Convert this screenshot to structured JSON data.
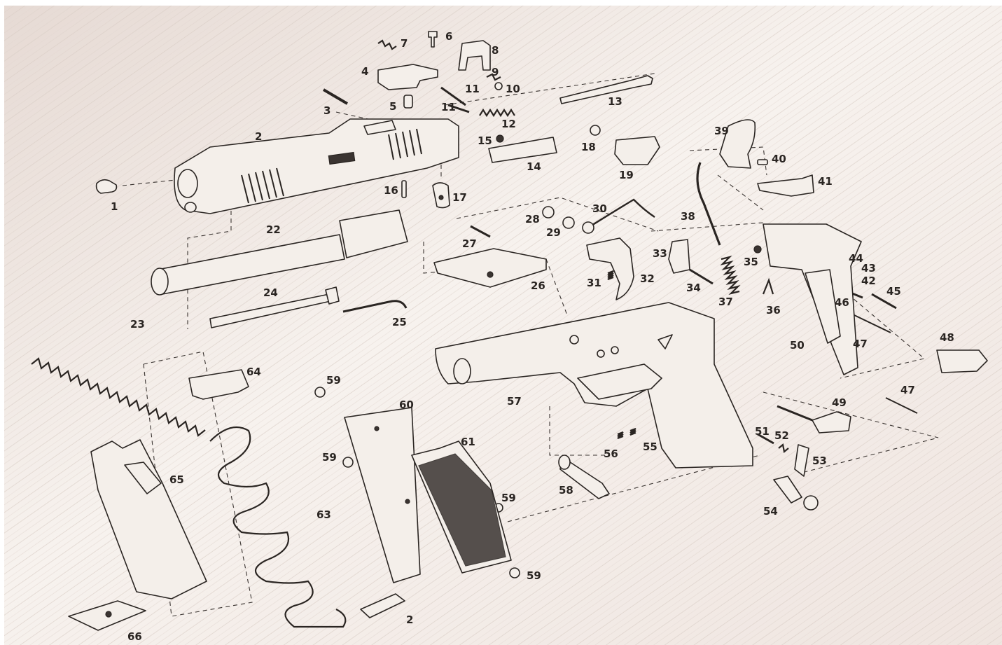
{
  "diagram": {
    "type": "exploded-parts-diagram",
    "colors": {
      "background_light": "#f6f0ec",
      "background_dark": "#e4d8d2",
      "ink": "#2a2522",
      "part_fill": "#f4efea"
    },
    "labels": {
      "l1": "1",
      "l2": "2",
      "l2b": "2",
      "l3": "3",
      "l4": "4",
      "l5": "5",
      "l6": "6",
      "l7": "7",
      "l8": "8",
      "l9": "9",
      "l10": "10",
      "l11a": "11",
      "l11b": "11",
      "l12": "12",
      "l13": "13",
      "l14": "14",
      "l15": "15",
      "l16": "16",
      "l17": "17",
      "l18": "18",
      "l19": "19",
      "l22": "22",
      "l23": "23",
      "l24": "24",
      "l25": "25",
      "l26": "26",
      "l27": "27",
      "l28": "28",
      "l29": "29",
      "l30": "30",
      "l31": "31",
      "l32": "32",
      "l33": "33",
      "l34": "34",
      "l35": "35",
      "l36": "36",
      "l37": "37",
      "l38": "38",
      "l39": "39",
      "l40": "40",
      "l41": "41",
      "l42": "42",
      "l43": "43",
      "l44": "44",
      "l45": "45",
      "l46": "46",
      "l47a": "47",
      "l47b": "47",
      "l48": "48",
      "l49": "49",
      "l50": "50",
      "l51": "51",
      "l52": "52",
      "l53": "53",
      "l54": "54",
      "l55": "55",
      "l56": "56",
      "l57": "57",
      "l58": "58",
      "l59a": "59",
      "l59b": "59",
      "l59c": "59",
      "l59d": "59",
      "l60": "60",
      "l61": "61",
      "l63": "63",
      "l64": "64",
      "l65": "65",
      "l66": "66"
    }
  }
}
